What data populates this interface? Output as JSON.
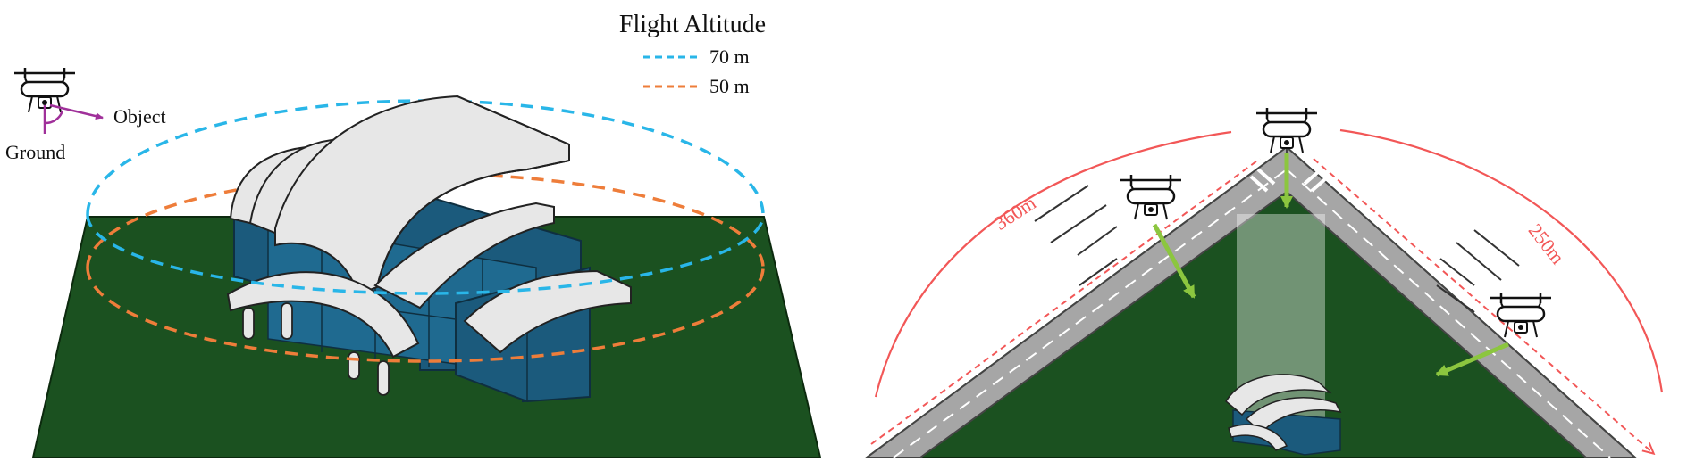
{
  "legend": {
    "title": "Flight Altitude",
    "items": [
      {
        "label": "70 m",
        "color": "#29b6e8"
      },
      {
        "label": "50 m",
        "color": "#ee7d3a"
      }
    ]
  },
  "inset": {
    "object_label": "Object",
    "ground_label": "Ground",
    "arrow_color": "#a0309a"
  },
  "right_panel": {
    "left_path_label": "360m",
    "right_path_label": "250m",
    "path_color": "#f25757",
    "view_arrow_color": "#8cc63f"
  },
  "colors": {
    "ground": "#1b5120",
    "roof": "#e7e7e7",
    "building": "#1b5a7c",
    "road": "#a6a6a6"
  }
}
